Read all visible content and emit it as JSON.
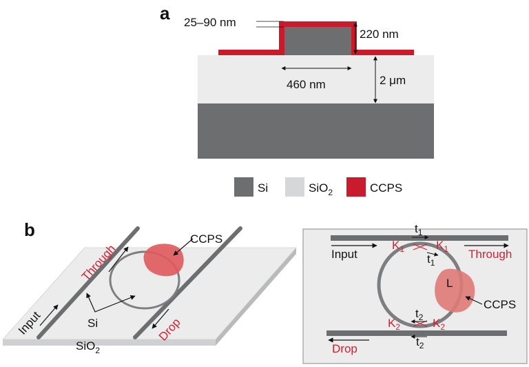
{
  "panel_a": {
    "letter": "a",
    "thickness_label": "25–90 nm",
    "height_label": "220 nm",
    "width_label": "460 nm",
    "oxide_label": "2 μm"
  },
  "legend": {
    "items": [
      {
        "label": "Si",
        "color": "#6d6e70"
      },
      {
        "label": "SiO",
        "sub": "2",
        "color": "#d6d7d8"
      },
      {
        "label": "CCPS",
        "color": "#c91b2c"
      }
    ]
  },
  "panel_b": {
    "letter": "b",
    "left": {
      "through": "Through",
      "input": "Input",
      "drop": "Drop",
      "ccps": "CCPS",
      "si": "Si",
      "sio2": "SiO",
      "sio2_sub": "2"
    },
    "right": {
      "input": "Input",
      "through": "Through",
      "drop": "Drop",
      "ccps": "CCPS",
      "loss": "L",
      "t": "t",
      "k": "K",
      "idx1": "1",
      "idx2": "2"
    }
  },
  "colors": {
    "si": "#6d6e70",
    "sio2": "#ececec",
    "ccps": "#c91b2c",
    "label_red": "#d51f32"
  }
}
